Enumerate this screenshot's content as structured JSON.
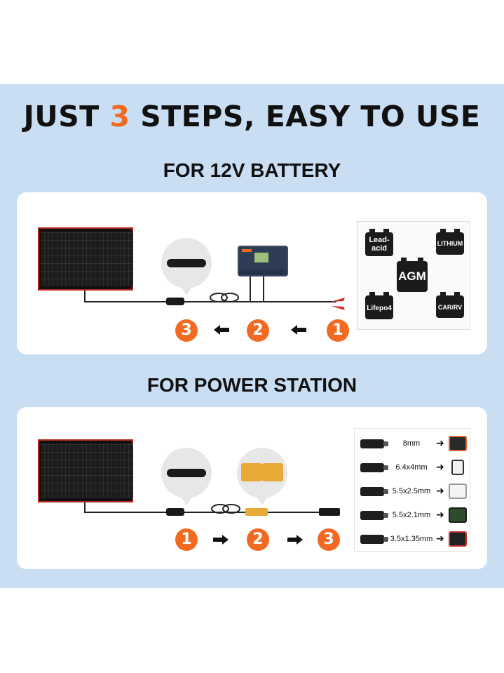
{
  "headline": {
    "prefix": "JUST ",
    "number": "3",
    "suffix": " STEPS, EASY TO USE"
  },
  "section_battery": {
    "title": "FOR 12V BATTERY",
    "steps": [
      "3",
      "2",
      "1"
    ],
    "batteries": [
      "Lead-acid",
      "LITHIUM",
      "AGM",
      "Lifepo4",
      "CAR/RV"
    ]
  },
  "section_station": {
    "title": "FOR POWER STATION",
    "steps": [
      "1",
      "2",
      "3"
    ],
    "connectors": [
      "8mm",
      "6.4x4mm",
      "5.5x2.5mm",
      "5.5x2.1mm",
      "3.5x1.35mm"
    ]
  },
  "colors": {
    "accent": "#f26a21",
    "band": "#c9def3",
    "panel_frame": "#b3261e"
  }
}
